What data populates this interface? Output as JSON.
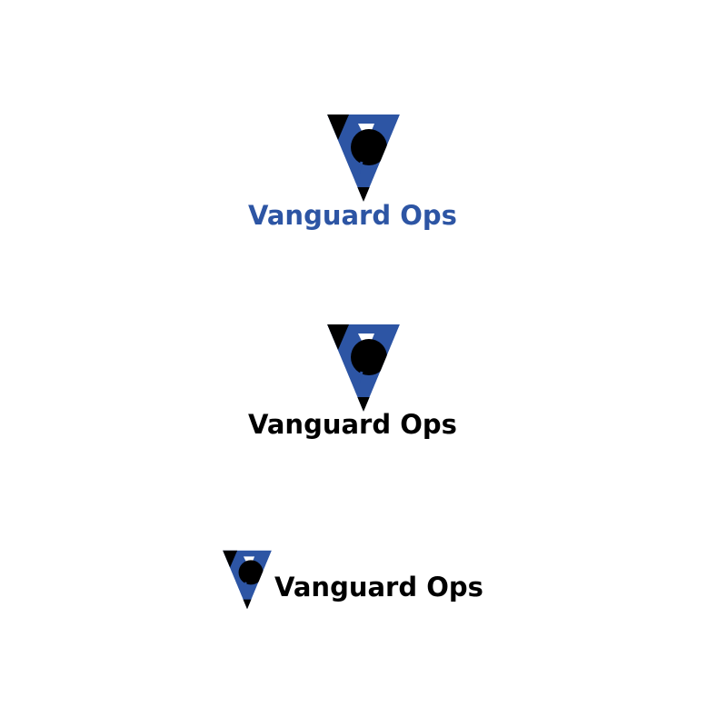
{
  "brand": {
    "name": "Vanguard Ops",
    "colors": {
      "blue": "#2d55a4",
      "black": "#000000",
      "white": "#ffffff"
    }
  },
  "variants": [
    {
      "id": "stacked-blue",
      "layout": "stacked",
      "text_color": "#2d55a4",
      "icon": "vanguard-ops-emblem-icon"
    },
    {
      "id": "stacked-black",
      "layout": "stacked",
      "text_color": "#000000",
      "icon": "vanguard-ops-emblem-icon"
    },
    {
      "id": "horizontal-black",
      "layout": "horizontal",
      "text_color": "#000000",
      "icon": "vanguard-ops-emblem-icon"
    }
  ]
}
